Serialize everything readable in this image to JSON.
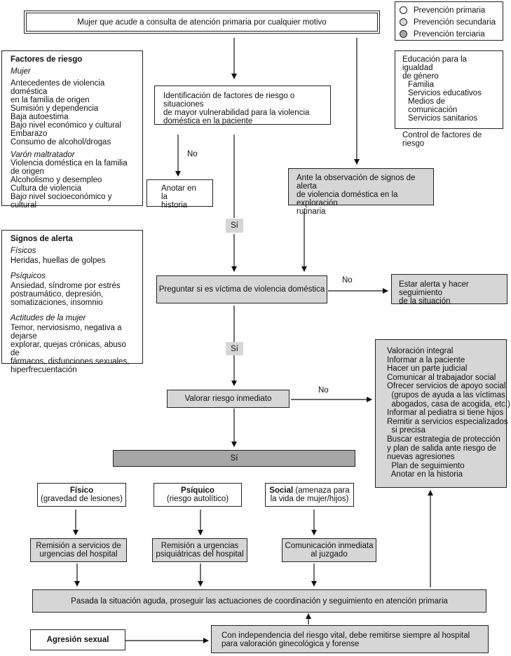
{
  "legend": {
    "primary": "Prevención primaria",
    "secondary": "Prevención secundaria",
    "tertiary": "Prevención terciaria"
  },
  "top_box": "Mujer que acude a consulta de atención primaria por cualquier motivo",
  "education_box": {
    "title": "Educación para la igualdad\nde género",
    "items": [
      "Familia",
      "Servicios educativos",
      "Medios de comunicación",
      "Servicios sanitarios"
    ],
    "control": "Control de factores de riesgo"
  },
  "risk_factors": {
    "title": "Factores de riesgo",
    "woman_heading": "Mujer",
    "woman_items": [
      "Antecedentes de violencia doméstica\n  en la familia de origen",
      "Sumisión y dependencia",
      "Baja autoestima",
      "Bajo nivel económico y cultural",
      "Embarazo",
      "Consumo de alcohol/drogas"
    ],
    "man_heading": "Varón maltratador",
    "man_items": [
      "Violencia doméstica en la familia\n  de origen",
      "Alcoholismo y desempleo",
      "Cultura de violencia",
      "Bajo nivel socioeconómico y cultural"
    ]
  },
  "warning_signs": {
    "title": "Signos de alerta",
    "physical_heading": "Físicos",
    "physical_text": "Heridas, huellas de golpes",
    "psychic_heading": "Psíquicos",
    "psychic_text": "Ansiedad, síndrome por estrés\n  postraumático, depresión,\n  somatizaciones, insomnio",
    "attitude_heading": "Actitudes de la mujer",
    "attitude_text": "Temor, nerviosismo, negativa a dejarse\n  explorar, quejas crónicas, abuso de\n  fármacos, disfunciones sexuales,\n  hiperfrecuentación"
  },
  "identification_box": "Identificación de factores de riesgo o situaciones\nde mayor vulnerabilidad para la violencia\ndoméstica en la paciente",
  "label_no_1": "No",
  "anotar_box": "Anotar en la\nhistoria",
  "observation_box": "Ante la observación de signos de alerta\nde violencia doméstica en la exploración\nrutinaria",
  "label_si_1": "Sí",
  "ask_box": "Preguntar si es víctima de violencia doméstica",
  "label_no_2": "No",
  "alert_box": "Estar alerta y hacer seguimiento\nde la situación",
  "label_si_2": "Sí",
  "assess_box": "Valorar riesgo inmediato",
  "label_no_3": "No",
  "integral_box": {
    "items": [
      "Valoración integral",
      "Informar a la paciente",
      "Hacer un parte judicial",
      "Comunicar al trabajador social",
      "Ofrecer servicios de apoyo social",
      "  (grupos de ayuda a las víctimas,",
      "  abogados, casa de acogida, etc.)",
      "Informar al pediatra si tiene hijos",
      "Remitir a servicios especializados",
      "  si precisa",
      "Buscar estrategia de protección",
      "y plan de salida ante riesgo de",
      "nuevas agresiones",
      "  Plan de seguimiento",
      "  Anotar en la historia"
    ]
  },
  "si_bar": "Sí",
  "physical_box": {
    "title": "Físico",
    "sub": "(gravedad de lesiones)"
  },
  "psychic_box": {
    "title": "Psíquico",
    "sub": "(riesgo autolítico)"
  },
  "social_box": {
    "title": "Social",
    "sub_inline": " (amenaza para",
    "sub": "la vida de mujer/hijos)"
  },
  "referral_physical": "Remisión a servicios de\nurgencias del hospital",
  "referral_psychic": "Remisión a urgencias\npsiquiátricas del hospital",
  "referral_social": "Comunicación inmediata\nal juzgado",
  "acute_box": "Pasada la situación aguda, proseguir las actuaciones de coordinación y seguimiento en atención primaria",
  "sexual_box": "Agresión sexual",
  "sexual_referral": "Con independencia del riesgo vital, debe remitirse siempre al hospital\npara valoración ginecológica y forense"
}
